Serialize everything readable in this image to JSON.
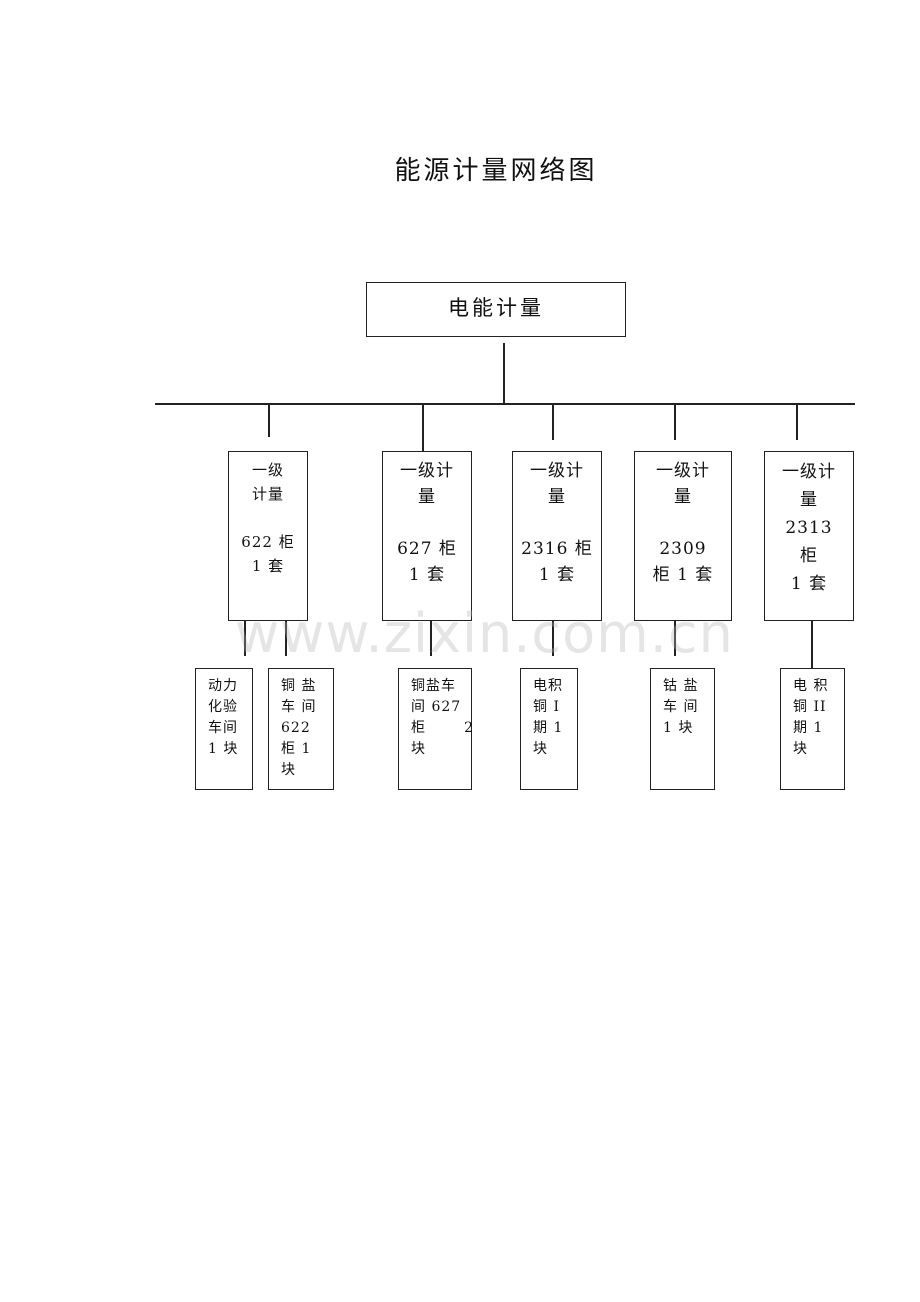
{
  "document": {
    "title": "能源计量网络图",
    "watermark": "www.zixin.com.cn"
  },
  "diagram": {
    "root": {
      "label": "电能计量"
    },
    "level1": [
      {
        "label": "一级\n计量\n\n622 柜\n1 套"
      },
      {
        "label": "一级计\n量\n\n627 柜\n1 套"
      },
      {
        "label": "一级计\n量\n\n2316 柜\n1 套"
      },
      {
        "label": "一级计\n量\n\n2309\n柜 1 套"
      },
      {
        "label": "一级计\n量\n2313\n柜\n1 套"
      }
    ],
    "level2": [
      {
        "parent": 0,
        "label": "动力\n化验\n车间\n1 块"
      },
      {
        "parent": 0,
        "label": "铜  盐\n车 间\n622\n柜  1\n块"
      },
      {
        "parent": 1,
        "label": "铜盐车\n间 627\n柜       2\n块"
      },
      {
        "parent": 2,
        "label": "电积\n铜 I\n期 1\n块"
      },
      {
        "parent": 3,
        "label": "钴  盐\n车 间\n1 块"
      },
      {
        "parent": 4,
        "label": "电  积\n铜  II\n期  1\n块"
      }
    ]
  }
}
